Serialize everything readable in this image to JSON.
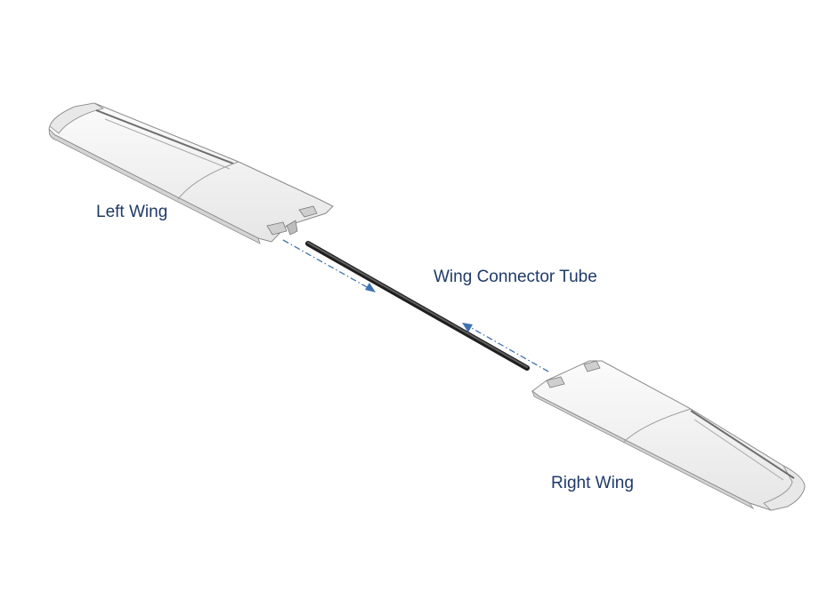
{
  "labels": {
    "left_wing": "Left Wing",
    "connector_tube": "Wing Connector Tube",
    "right_wing": "Right Wing"
  },
  "colors": {
    "label_text": "#1f3a68",
    "arrow": "#3f72b0",
    "tube": "#3a3a3a",
    "wing_fill": "#f2f2f2",
    "wing_outline": "#8a8a8a",
    "wing_shade": "#dcdcdc",
    "aileron_line": "#6e6e6e"
  },
  "icons": {
    "left_wing": "wing-left-icon",
    "right_wing": "wing-right-icon",
    "tube": "connector-tube-icon",
    "arrow_left": "dash-dot-arrow-icon",
    "arrow_right": "dash-dot-arrow-icon"
  }
}
